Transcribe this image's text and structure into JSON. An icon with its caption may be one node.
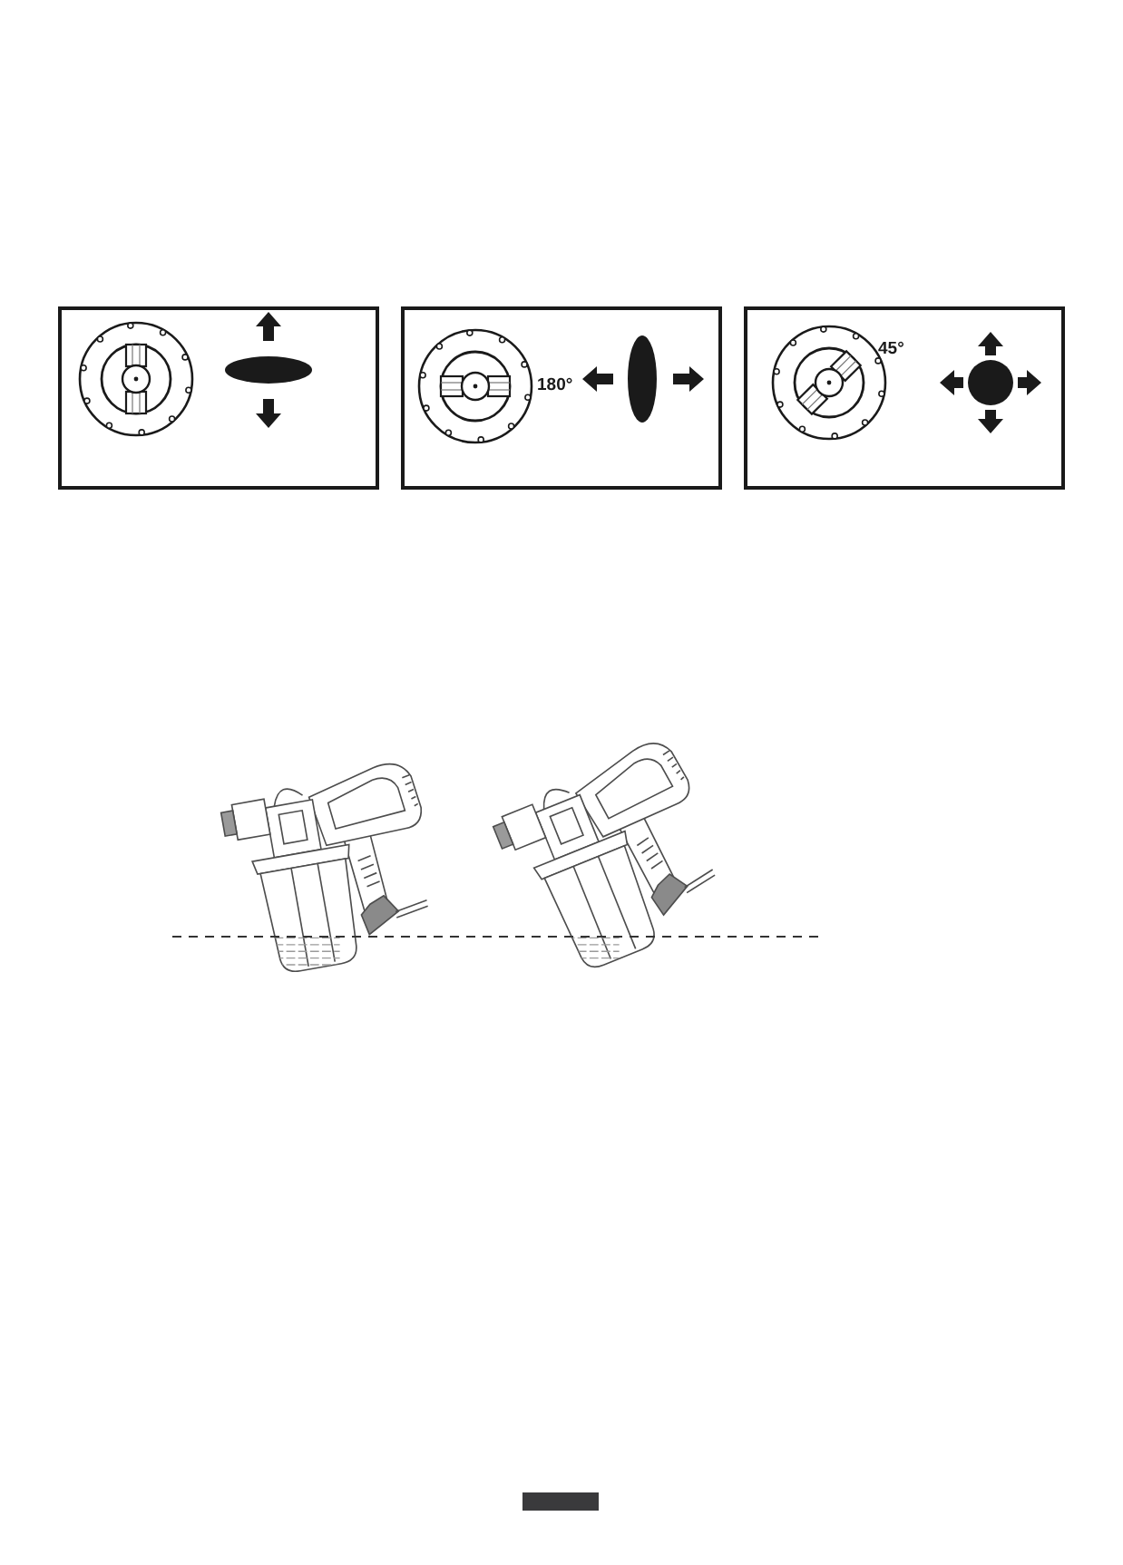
{
  "diagram": {
    "nodes": [
      {
        "text": [],
        "shape": "box"
      },
      {
        "text": [
          "180°"
        ]
      },
      {
        "text": [
          "45°"
        ]
      }
    ]
  }
}
